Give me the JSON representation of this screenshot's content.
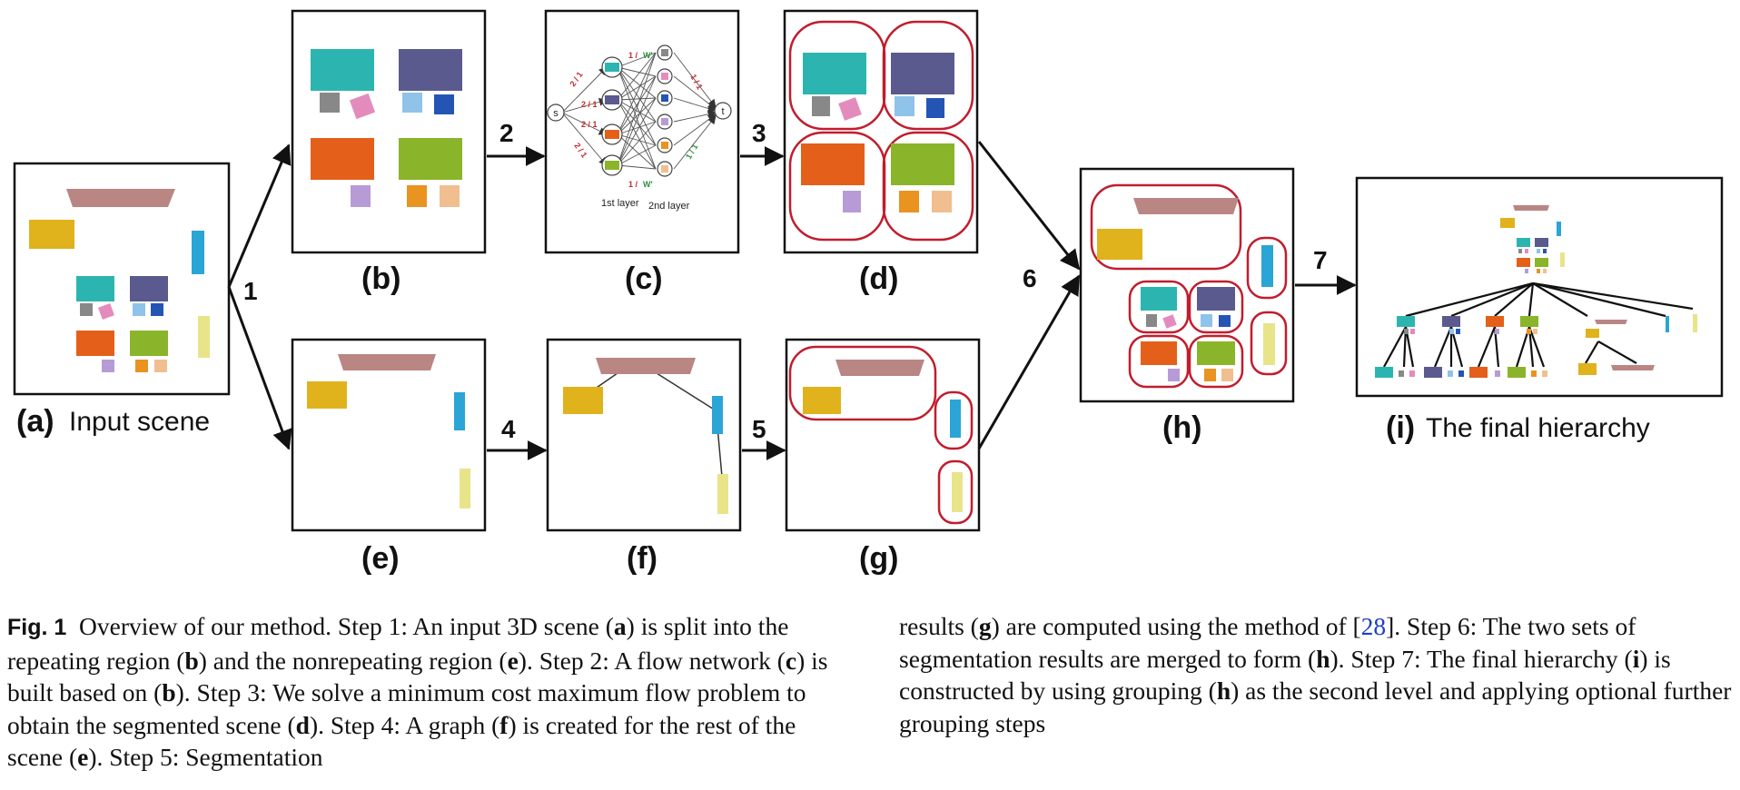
{
  "figure": {
    "panels": {
      "a": {
        "letter": "(a)",
        "title": "Input scene"
      },
      "b": {
        "letter": "(b)"
      },
      "c": {
        "letter": "(c)",
        "layer1": "1st layer",
        "layer2": "2nd layer",
        "source": "s",
        "sink": "t"
      },
      "d": {
        "letter": "(d)"
      },
      "e": {
        "letter": "(e)"
      },
      "f": {
        "letter": "(f)"
      },
      "g": {
        "letter": "(g)"
      },
      "h": {
        "letter": "(h)"
      },
      "i": {
        "letter": "(i)",
        "title": "The final hierarchy"
      }
    },
    "steps": [
      "1",
      "2",
      "3",
      "4",
      "5",
      "6",
      "7"
    ],
    "colors": {
      "teal": "#2cb5b0",
      "slate": "#5a5a8e",
      "orange": "#e4601a",
      "lime": "#8ab52a",
      "gold": "#e0b21c",
      "cyan": "#2aa5d6",
      "pale_yellow": "#e8e48a",
      "mauve": "#b98684",
      "pink": "#e48bbd",
      "gray": "#888888",
      "light_blue": "#8fc3ea",
      "blue": "#2455b5",
      "lilac": "#b79bd6",
      "amber": "#e99320",
      "peach": "#f1bf8f",
      "group_outline": "#c11d2d"
    }
  },
  "caption": {
    "label": "Fig. 1",
    "left": [
      {
        "t": "Overview of our method. Step 1: An input 3D scene ("
      },
      {
        "b": "a"
      },
      {
        "t": ") is split into the repeating region ("
      },
      {
        "b": "b"
      },
      {
        "t": ") and the nonrepeating region ("
      },
      {
        "b": "e"
      },
      {
        "t": "). Step 2: A flow network ("
      },
      {
        "b": "c"
      },
      {
        "t": ") is built based on ("
      },
      {
        "b": "b"
      },
      {
        "t": "). Step 3: We solve a minimum cost maximum flow problem to obtain the segmented scene ("
      },
      {
        "b": "d"
      },
      {
        "t": "). Step 4: A graph ("
      },
      {
        "b": "f"
      },
      {
        "t": ") is created for the rest of the scene ("
      },
      {
        "b": "e"
      },
      {
        "t": "). Step 5: Segmentation"
      }
    ],
    "right": [
      {
        "t": "results ("
      },
      {
        "b": "g"
      },
      {
        "t": ") are computed using the method of ["
      },
      {
        "r": "28"
      },
      {
        "t": "]. Step 6: The two sets of segmentation results are merged to form ("
      },
      {
        "b": "h"
      },
      {
        "t": "). Step 7: The final hierarchy ("
      },
      {
        "b": "i"
      },
      {
        "t": ") is constructed by using grouping ("
      },
      {
        "b": "h"
      },
      {
        "t": ") as the second level and applying optional further grouping steps"
      }
    ]
  }
}
